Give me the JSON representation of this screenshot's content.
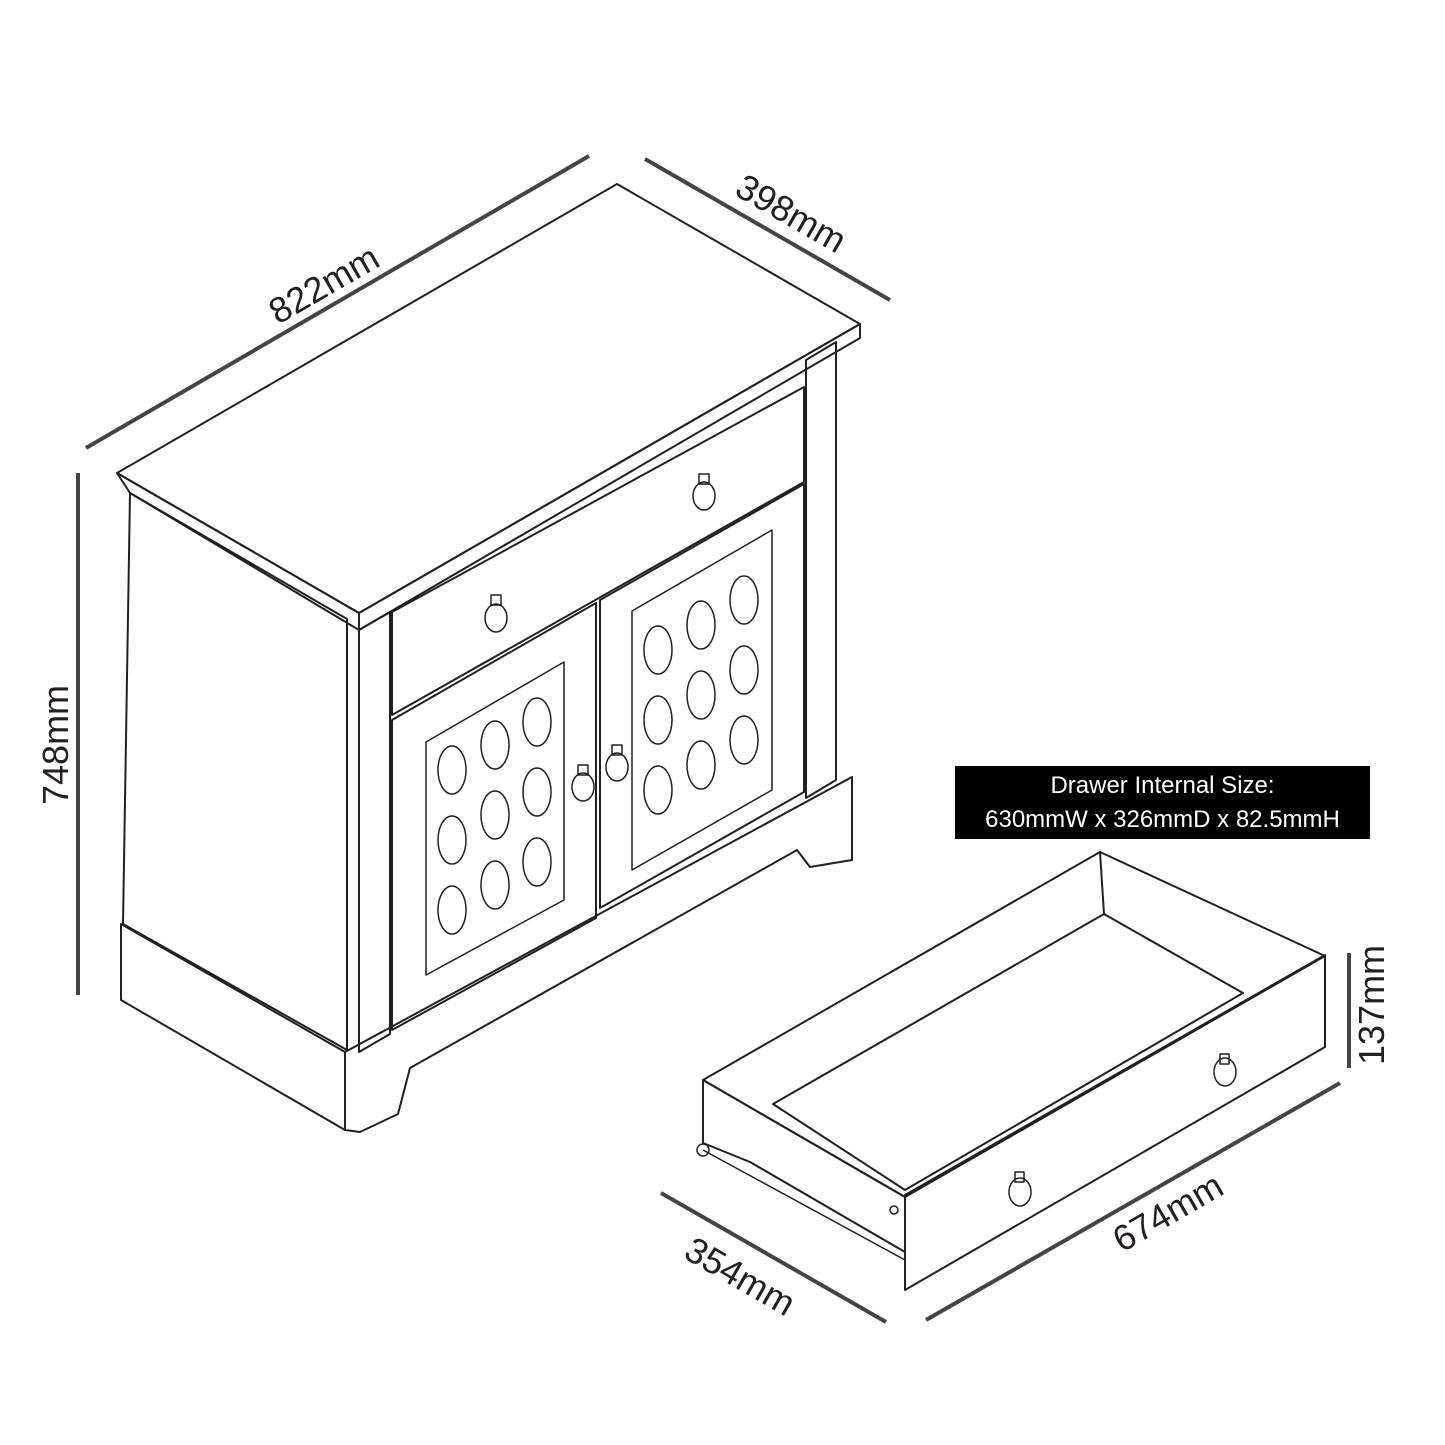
{
  "dimensions": {
    "cabinet_width": "822mm",
    "cabinet_depth": "398mm",
    "cabinet_height": "748mm",
    "drawer_height": "137mm",
    "drawer_width": "674mm",
    "drawer_depth": "354mm"
  },
  "spec": {
    "line1": "Drawer Internal Size:",
    "line2": "630mmW x 326mmD x 82.5mmH"
  }
}
